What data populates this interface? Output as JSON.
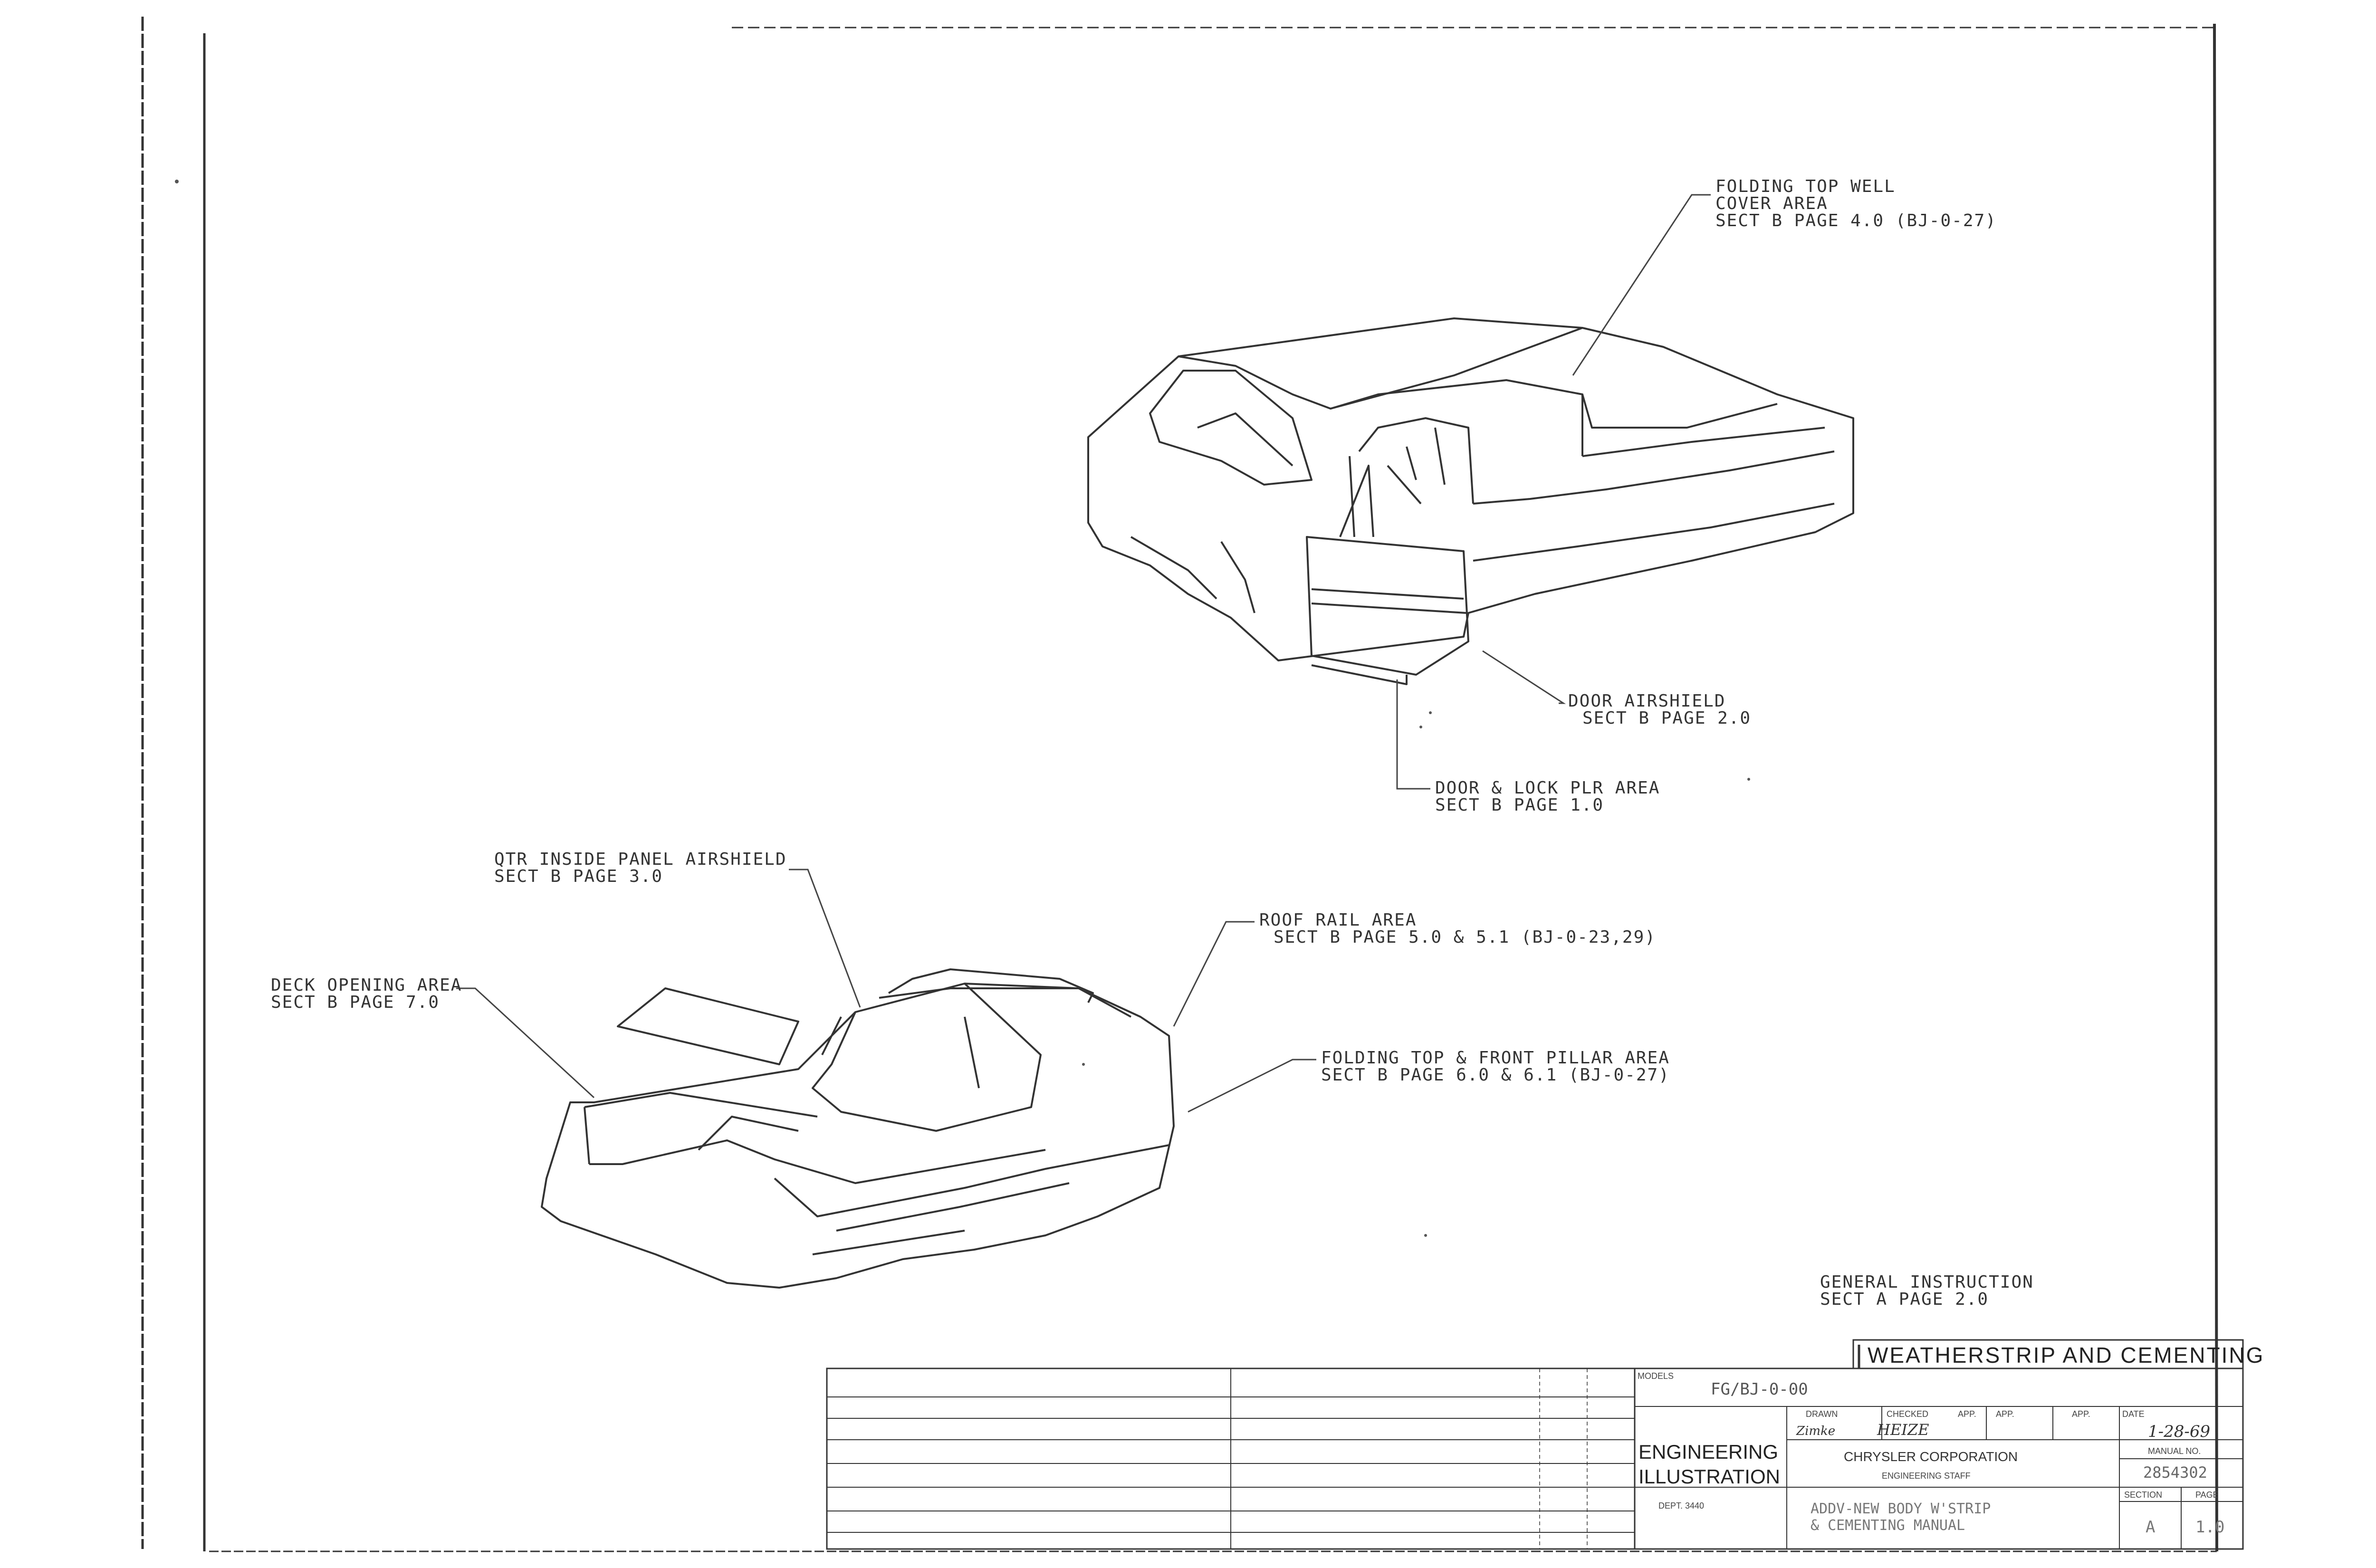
{
  "callouts": {
    "folding_top_well": [
      "FOLDING TOP WELL",
      "COVER AREA",
      "SECT B PAGE 4.0 (BJ-0-27)"
    ],
    "door_airshield": [
      "DOOR AIRSHIELD",
      "SECT B PAGE 2.0"
    ],
    "door_lock_plr": [
      "DOOR & LOCK PLR AREA",
      "SECT B PAGE 1.0"
    ],
    "qtr_inside_panel": [
      "QTR INSIDE PANEL AIRSHIELD",
      "SECT B PAGE 3.0"
    ],
    "roof_rail": [
      "ROOF RAIL AREA",
      "SECT B PAGE 5.0 & 5.1 (BJ-0-23,29)"
    ],
    "deck_opening": [
      "DECK OPENING AREA",
      "SECT B PAGE 7.0"
    ],
    "folding_top_front_pillar": [
      "FOLDING TOP & FRONT PILLAR AREA",
      "SECT B PAGE 6.0 & 6.1 (BJ-0-27)"
    ],
    "general_instruction": [
      "GENERAL INSTRUCTION",
      "SECT A PAGE 2.0"
    ]
  },
  "title_block": {
    "title": "WEATHERSTRIP AND CEMENTING",
    "models_label": "MODELS",
    "models_value": "FG/BJ-0-00",
    "drawn_label": "DRAWN",
    "checked_label": "CHECKED",
    "app_label": "APP.",
    "date_label": "DATE",
    "date_value": "1-28-69",
    "drawn_value": "Zimke",
    "checked_value": "HEIZE",
    "dept_title_1": "ENGINEERING",
    "dept_title_2": "ILLUSTRATION",
    "company": "CHRYSLER CORPORATION",
    "staff": "ENGINEERING STAFF",
    "manual_no_label": "MANUAL NO.",
    "manual_no_value": "2854302",
    "dept": "DEPT. 3440",
    "manual_title_1": "ADDV-NEW BODY W'STRIP",
    "manual_title_2": "& CEMENTING MANUAL",
    "section_label": "SECTION",
    "page_label": "PAGE",
    "section_value": "A",
    "page_value": "1.0"
  }
}
